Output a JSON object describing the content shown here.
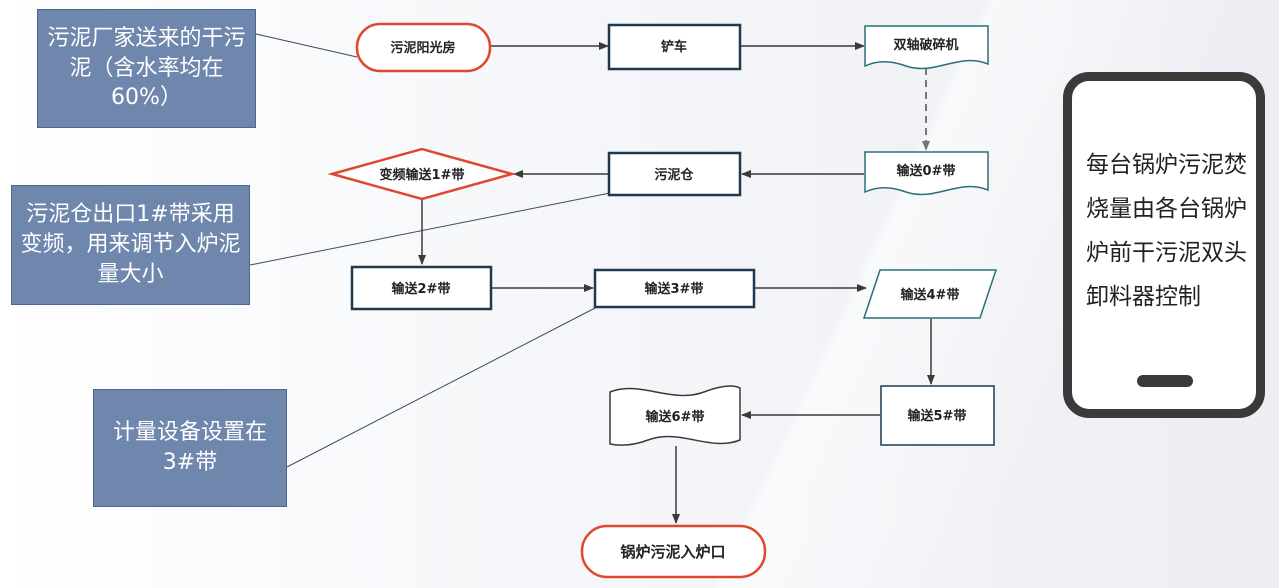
{
  "nodes": {
    "sun_room": "污泥阳光房",
    "loader": "铲车",
    "shredder": "双轴破碎机",
    "conveyor0": "输送0#带",
    "sludge_bin": "污泥仓",
    "vf_conveyor1": "变频输送1#带",
    "conveyor2": "输送2#带",
    "conveyor3": "输送3#带",
    "conveyor4": "输送4#带",
    "conveyor5": "输送5#带",
    "conveyor6": "输送6#带",
    "furnace_inlet": "锅炉污泥入炉口"
  },
  "notes": {
    "source": "污泥厂家送来的干污泥（含水率均在60%）",
    "vfd": "污泥仓出口1#带采用变频，用来调节入炉泥量大小",
    "metering": "计量设备设置在3#带"
  },
  "phone": {
    "text": "每台锅炉污泥焚烧量由各台锅炉炉前干污泥双头卸料器控制"
  },
  "colors": {
    "terminal_border": "#e0472f",
    "node_border": "#1f3a4f",
    "note_fill": "#6f86ad",
    "connector": "#3c4a63"
  }
}
